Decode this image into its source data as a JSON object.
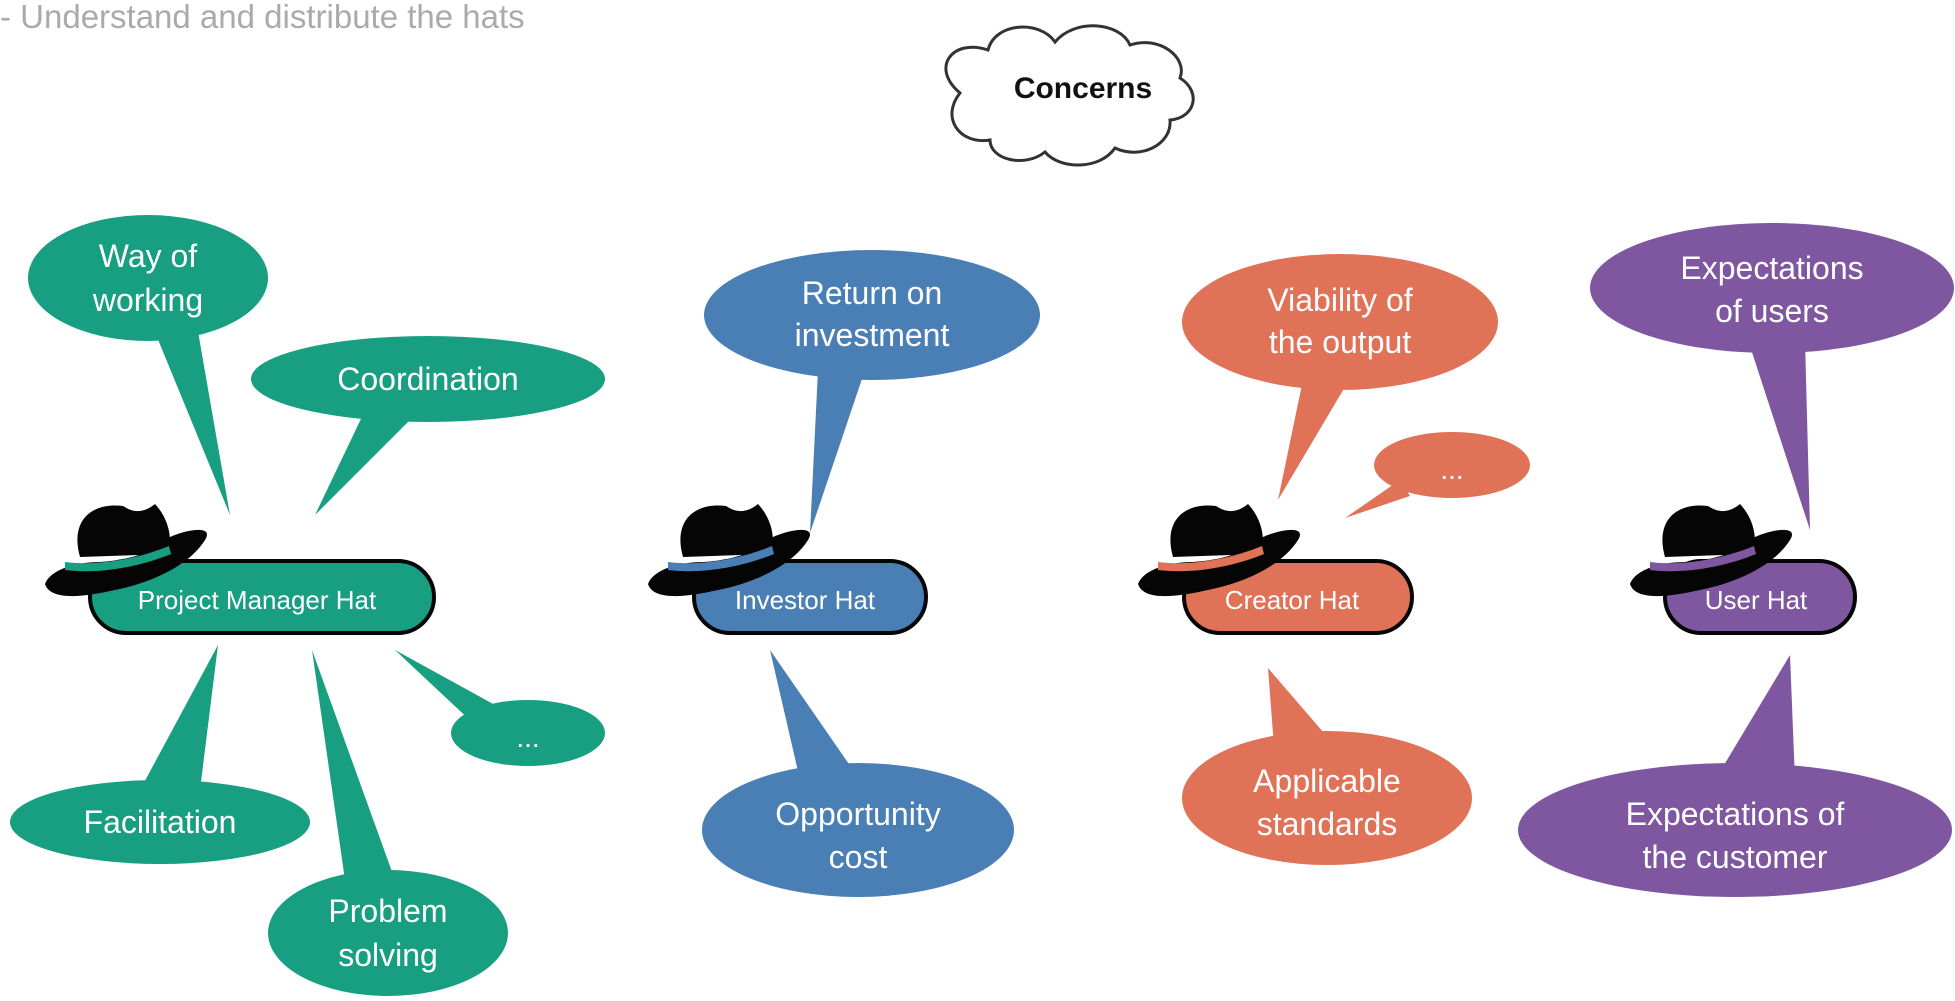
{
  "header": {
    "subtitle": "- Understand and distribute the hats"
  },
  "cloud": {
    "label": "Concerns"
  },
  "colors": {
    "project_manager": "#189f82",
    "investor": "#4a7fb5",
    "creator": "#e07258",
    "user": "#7e57a0",
    "hat_black": "#050505",
    "subtitle_gray": "#aaaaaa"
  },
  "groups": {
    "project_manager": {
      "hat_label": "Project Manager Hat",
      "bubbles": {
        "way_of_working": [
          "Way of",
          "working"
        ],
        "coordination": [
          "Coordination"
        ],
        "ellipsis": [
          "..."
        ],
        "facilitation": [
          "Facilitation"
        ],
        "problem_solving": [
          "Problem",
          "solving"
        ]
      }
    },
    "investor": {
      "hat_label": "Investor Hat",
      "bubbles": {
        "return_on_investment": [
          "Return on",
          "investment"
        ],
        "opportunity_cost": [
          "Opportunity",
          "cost"
        ]
      }
    },
    "creator": {
      "hat_label": "Creator Hat",
      "bubbles": {
        "viability": [
          "Viability of",
          "the output"
        ],
        "ellipsis": [
          "..."
        ],
        "applicable_standards": [
          "Applicable",
          "standards"
        ]
      }
    },
    "user": {
      "hat_label": "User Hat",
      "bubbles": {
        "expectations_users": [
          "Expectations",
          "of users"
        ],
        "expectations_customer": [
          "Expectations of",
          "the customer"
        ]
      }
    }
  }
}
